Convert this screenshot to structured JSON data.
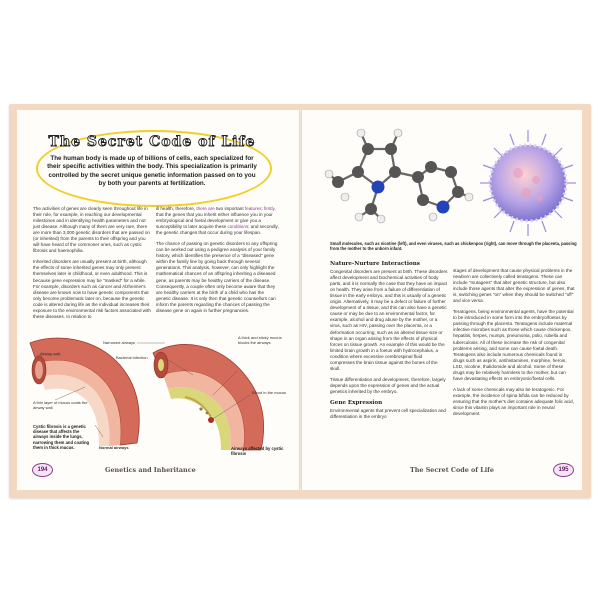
{
  "left_page": {
    "title": "The Secret Code of Life",
    "intro": "The human body is made up of billions of cells, each specialized for their specific activities within the body. This specialization is primarily controlled by the secret unique genetic information passed on to you by both your parents at fertilization.",
    "col1_p1": "The activities of genes are clearly seen throughout life in their role, for example, in reaching our developmental milestones and in identifying health parameters and not just disease. Although many of them are very rare, there are more than 3,000 genetic disorders that are passed on (or inherited) from the parents to their offspring and you will have heard of the commoner ones, such as cystic fibrosis and haemophilia.",
    "col1_p2": "Inherited disorders are usually present at birth, although the effects of some inherited genes may only present themselves later in childhood, or even adulthood. This is because gene expression may be \"masked\" for a while. For example, disorders such as cancer and Alzheimer's disease are known now to have genetic components that only become problematic later on, because the genetic code is altered during life as the individual increases their exposure to the environmental risk factors associated with these diseases. In relation to",
    "col2_p1a": "ill health, therefore, ",
    "col2_hl1": "there are",
    "col2_p1b": " two important ",
    "col2_hl2": "features: firstly,",
    "col2_p1c": " that the genes that you inherit either influence you in your embryological and foetal development or give you a susceptibility to later acquire these ",
    "col2_hl3": "conditions;",
    "col2_p1d": " and secondly, the genetic changes that occur during your lifespan.",
    "col2_p2": "The chance of passing on genetic disorders to any offspring can be worked out using a pedigree analysis of your family history, which identifies the presence of a \"diseased\" gene within the family line by going back through several generations. This analysis, however, can only highlight the mathematical chances of an offspring inheriting a diseased gene, as parents may be healthy carriers of the disease. Consequently, a couple often only become aware that they are healthy carriers at the birth of a child who has the genetic disease. It is only then that genetic counsellors can inform the parents regarding the chances of passing the disease gene on again in further pregnancies.",
    "diagram_labels": {
      "airway_wall": "Airway wall",
      "thin_mucus": "A thin layer of mucus coats the airway wall",
      "narrowed": "Narrowed airways",
      "bacterial": "Bacterial infection",
      "thick_mucus": "A thick and sticky mucus blocks the airways",
      "blood": "Blood in the mucus",
      "normal": "Normal airways",
      "affected": "Airways affected by cystic fibrosis"
    },
    "caption": "Cystic fibrosis is a genetic disease that affects the airways inside the lungs, narrowing them and coating them in thick mucus.",
    "page_number": "194",
    "footer": "Genetics and Inheritance"
  },
  "right_page": {
    "molecule_caption": "Small molecules, such as nicotine (left), and even viruses, such as chickenpox (right), can move through the placenta, passing from the mother to the unborn infant.",
    "col1_heading": "Nature-Nurture Interactions",
    "col1_p1": "Congenital disorders are present at birth. These disorders affect development and biochemical activities of body parts, and it is normally the case that they have an impact on health. They arise from a failure of differentiation of tissue in the early embryo, and this is usually of a genetic origin. Alternatively, it may be a defect or failure of further development of a tissue, and this can also have a genetic cause or may be due to an environmental factor, for example, alcohol and drug abuse by the mother, or a virus, such as HIV, passing over the placenta, or a deformation occurring, such as an altered tissue size or shape in an organ arising from the effects of physical forces on tissue growth. An example of this would be the limited brain growth in a foetus with hydrocephalus, a condition where excessive cerebrospinal fluid compresses the brain tissue against the bones of the skull.",
    "col1_p2": "Tissue differentiation and development, therefore, largely depends upon the expression of genes and the actual genetics inherited by the embryo.",
    "col1_heading2": "Gene Expression",
    "col1_p3": "Environmental agents that prevent cell specialization and differentiation in the embryo",
    "col2_p1": "stages of development that cause physical problems in the newborn are collectively called teratogens. These can include \"mutagens\" that alter genetic structure, but also include those agents that alter the expression of genes, that is, switching genes \"on\" when they should be switched \"off\" and vice versa.",
    "col2_p2": "Teratogens, being environmental agents, have the potential to be introduced in some form into the embryo/foetus by passing through the placenta. Teratogens include maternal infective microbes such as those which cause chickenpox, hepatitis, herpes, mumps, pneumonia, polio, rubella and tuberculosis. All of these increase the risk of congenital problems arising, and some can cause foetal death. Teratogens also include numerous chemicals found in drugs such as aspirin, antihistamines, morphine, heroin, LSD, nicotine, thalidomide and alcohol. Some of these drugs may be relatively harmless to the mother, but can have devastating effects on embryonic/foetal cells.",
    "col2_p3": "A lack of some chemicals may also be teratogenic. For example, the incidence of spina bifida can be reduced by ensuring that the mother's diet contains adequate folic acid, since this vitamin plays an important role in neural development.",
    "page_number": "195",
    "footer": "The Secret Code of Life"
  },
  "colors": {
    "accent_purple": "#8e3c8e",
    "title_oval": "#f0cf27",
    "page_edge": "#f3d9c2"
  }
}
